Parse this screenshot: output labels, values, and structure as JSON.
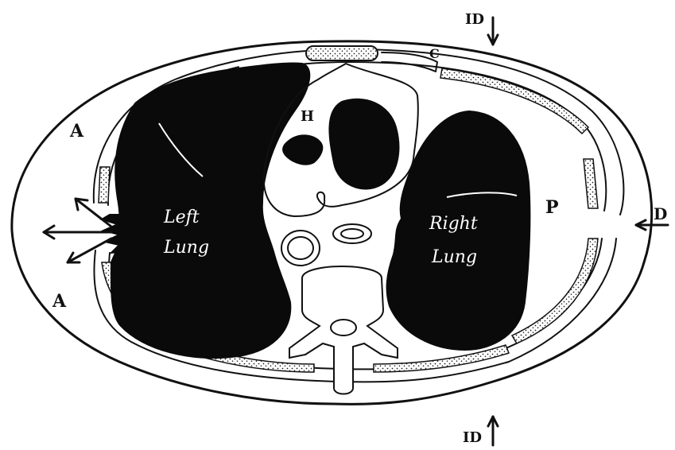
{
  "labels": {
    "left_lung_line1": "Left",
    "left_lung_line2": "Lung",
    "right_lung_line1": "Right",
    "right_lung_line2": "Lung",
    "heart": "H",
    "cartilage": "C",
    "left_a_upper": "A",
    "left_a_lower": "A",
    "right_p": "P",
    "right_d": "D",
    "top_id": "ID",
    "bottom_id": "ID"
  },
  "colors": {
    "ink": "#111111",
    "lung_fill": "#0a0a0a",
    "background": "#ffffff"
  }
}
